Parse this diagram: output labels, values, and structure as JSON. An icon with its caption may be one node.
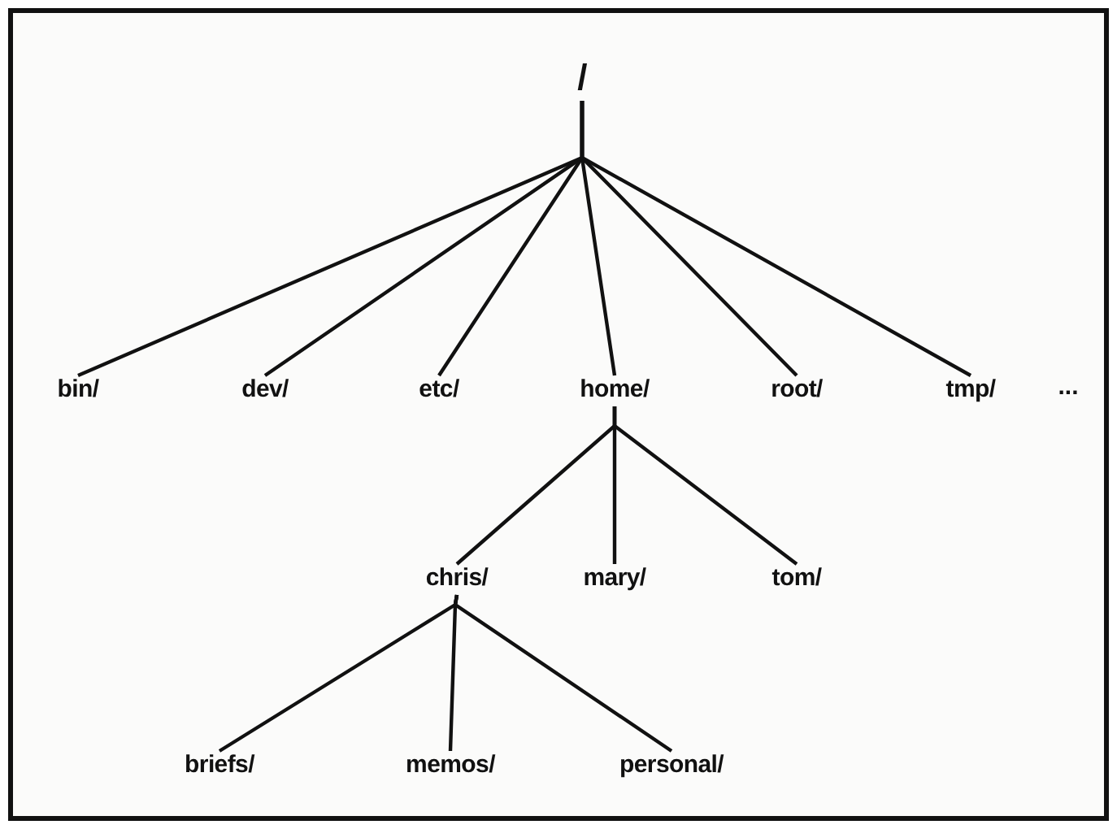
{
  "diagram": {
    "nodes": [
      {
        "text": [
          "/"
        ]
      },
      {
        "text": [
          "bin/"
        ]
      },
      {
        "text": [
          "dev/"
        ]
      },
      {
        "text": [
          "etc/"
        ]
      },
      {
        "text": [
          "home/"
        ]
      },
      {
        "text": [
          "root/"
        ]
      },
      {
        "text": [
          "tmp/"
        ]
      },
      {
        "text": [
          "chris/"
        ]
      },
      {
        "text": [
          "mary/"
        ]
      },
      {
        "text": [
          "tom/"
        ]
      },
      {
        "text": [
          "briefs/"
        ]
      },
      {
        "text": [
          "memos/"
        ]
      },
      {
        "text": [
          "personal/"
        ]
      }
    ],
    "edges": [
      {
        "from": 0,
        "to": 1,
        "arrow": "none"
      },
      {
        "from": 0,
        "to": 2,
        "arrow": "none"
      },
      {
        "from": 0,
        "to": 3,
        "arrow": "none"
      },
      {
        "from": 0,
        "to": 4,
        "arrow": "none"
      },
      {
        "from": 0,
        "to": 5,
        "arrow": "none"
      },
      {
        "from": 0,
        "to": 6,
        "arrow": "none"
      },
      {
        "from": 4,
        "to": 7,
        "arrow": "none"
      },
      {
        "from": 4,
        "to": 8,
        "arrow": "none"
      },
      {
        "from": 4,
        "to": 9,
        "arrow": "none"
      },
      {
        "from": 7,
        "to": 10,
        "arrow": "none"
      },
      {
        "from": 7,
        "to": 11,
        "arrow": "none"
      },
      {
        "from": 7,
        "to": 12,
        "arrow": "none"
      }
    ],
    "labels": [
      "..."
    ]
  }
}
